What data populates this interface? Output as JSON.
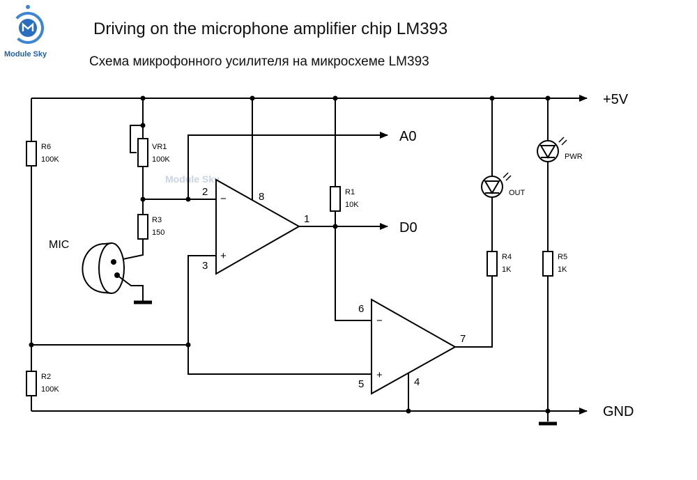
{
  "logo": {
    "text": "Module Sky",
    "color": "#1f5fa8"
  },
  "watermark": "Module Sky",
  "title_en": "Driving on the microphone amplifier chip LM393",
  "title_ru": "Схема микрофонного усилителя на микросхеме LM393",
  "nets": {
    "vcc": "+5V",
    "gnd": "GND",
    "a0": "A0",
    "d0": "D0"
  },
  "chip": "LM393",
  "mic": "MIC",
  "components": {
    "r6": {
      "ref": "R6",
      "value": "100K"
    },
    "vr1": {
      "ref": "VR1",
      "value": "100K"
    },
    "r3": {
      "ref": "R3",
      "value": "150"
    },
    "r2": {
      "ref": "R2",
      "value": "100K"
    },
    "r1": {
      "ref": "R1",
      "value": "10K"
    },
    "r4": {
      "ref": "R4",
      "value": "1K"
    },
    "r5": {
      "ref": "R5",
      "value": "1K"
    },
    "led_out": "OUT",
    "led_pwr": "PWR"
  },
  "pins": {
    "u1_inv": "2",
    "u1_noninv": "3",
    "u1_out": "1",
    "u1_vcc": "8",
    "u2_inv": "6",
    "u2_noninv": "5",
    "u2_out": "7",
    "u2_gnd": "4"
  },
  "opamp_signs": {
    "minus": "−",
    "plus": "+"
  }
}
